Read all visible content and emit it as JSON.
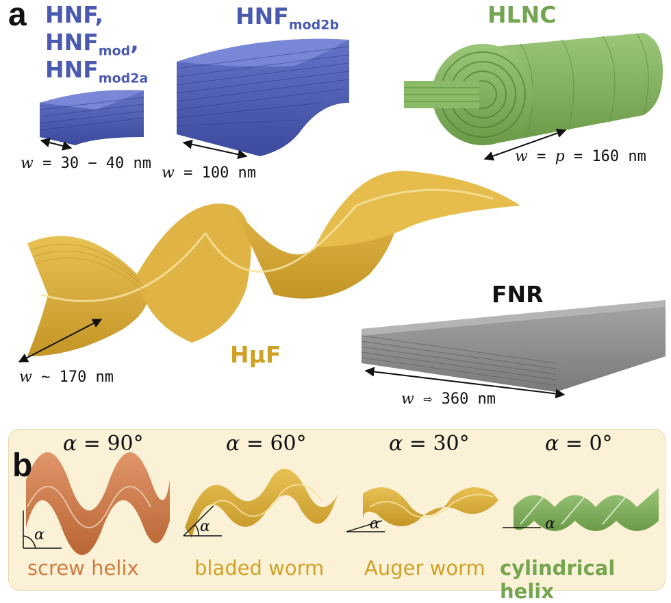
{
  "panel_a": {
    "letter": "a",
    "hnf_line1": "HNF,",
    "hnf_line2_main": "HNF",
    "hnf_line2_sub": "mod",
    "hnf_line2_comma": ",",
    "hnf_line3_main": "HNF",
    "hnf_line3_sub": "mod2a",
    "hnf_width_var": "w",
    "hnf_width_text": " = 30 − 40 nm",
    "hnf2b_main": "HNF",
    "hnf2b_sub": "mod2b",
    "hnf2b_width_var": "w",
    "hnf2b_width_text": " = 100 nm",
    "hlnc_label": "HLNC",
    "hlnc_width_var1": "w",
    "hlnc_width_mid": " = ",
    "hlnc_width_var2": "p",
    "hlnc_width_text": " = 160 nm",
    "humf_label": "HμF",
    "humf_width_var": "w",
    "humf_width_text": " ~ 170 nm",
    "fnr_label": "FNR",
    "fnr_width_var": "w",
    "fnr_width_text": " ⇨ 360 nm"
  },
  "panel_b": {
    "letter": "b",
    "items": [
      {
        "alpha_symbol": "α",
        "alpha_text": " = 90°",
        "caption": "screw helix",
        "color": "#d07a3e",
        "angle_mark": "α"
      },
      {
        "alpha_symbol": "α",
        "alpha_text": " = 60°",
        "caption": "bladed worm",
        "color": "#cfa227",
        "angle_mark": "α"
      },
      {
        "alpha_symbol": "α",
        "alpha_text": " = 30°",
        "caption": "Auger worm",
        "color": "#cfa227",
        "angle_mark": "α"
      },
      {
        "alpha_symbol": "α",
        "alpha_text": " = 0°",
        "caption": "cylindrical helix",
        "color": "#74a550",
        "angle_mark": "α"
      }
    ]
  },
  "colors": {
    "blue": "#4a5ab0",
    "green": "#7fae5c",
    "gold": "#d9ad38",
    "gray": "#8e8e8e",
    "orange": "#c9743a",
    "panel_b_bg": "#fbf1d6"
  }
}
